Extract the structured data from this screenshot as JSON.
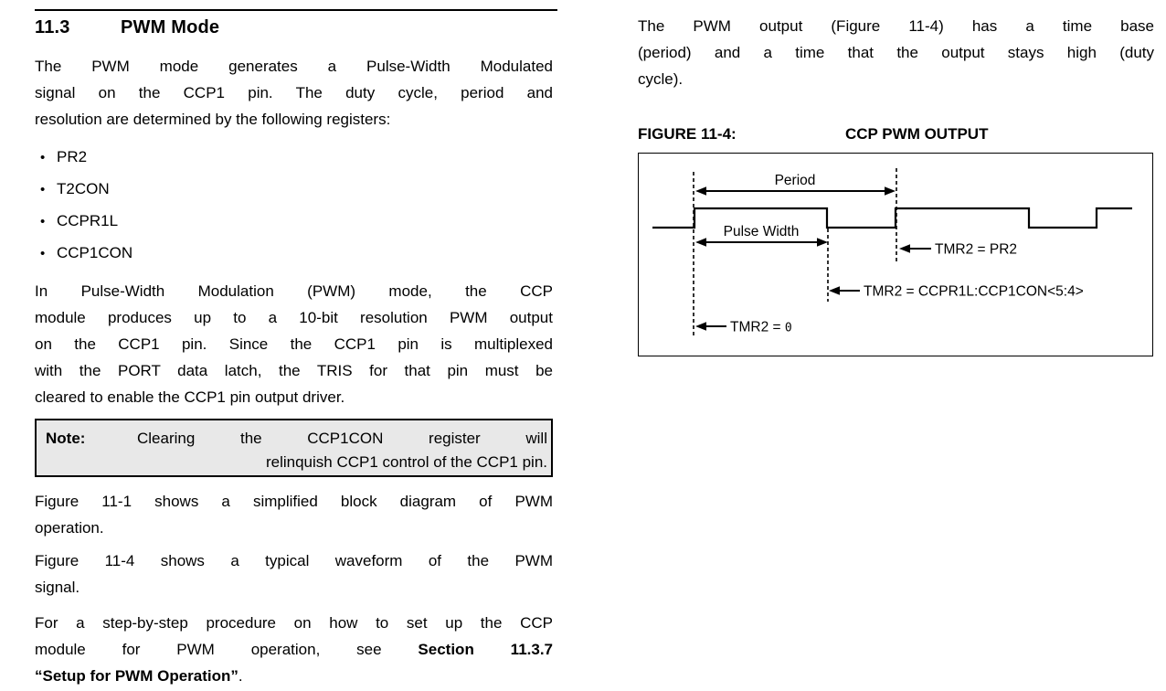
{
  "colors": {
    "text": "#000000",
    "note_bg": "#e8e8e8",
    "rule": "#000000"
  },
  "left_column": {
    "heading": {
      "number": "11.3",
      "title": "PWM Mode"
    },
    "bullet_char": "•",
    "para1": {
      "lines": [
        "The PWM mode generates a Pulse-Width Modulated",
        "signal on the CCP1 pin. The duty cycle, period and",
        "resolution are determined by the following registers:"
      ]
    },
    "bullets": [
      "PR2",
      "T2CON",
      "CCPR1L",
      "CCP1CON"
    ],
    "para2": {
      "lines": [
        "In Pulse-Width Modulation (PWM) mode, the CCP",
        "module produces up to a 10-bit resolution PWM output",
        "on the CCP1 pin. Since the CCP1 pin is multiplexed",
        "with the PORT data latch, the TRIS for that pin must be",
        "cleared to enable the CCP1 pin output driver."
      ]
    },
    "note": {
      "label": "Note:",
      "lines": [
        "Clearing the CCP1CON register will",
        "relinquish CCP1 control of the CCP1 pin."
      ]
    },
    "para3": {
      "lines": [
        "Figure 11-1 shows a simplified block diagram of PWM",
        "operation."
      ]
    },
    "para4": {
      "lines": [
        "Figure 11-4 shows a typical waveform of the PWM",
        "signal."
      ]
    },
    "para5": {
      "l1": "For a step-by-step procedure on how to set up the CCP",
      "l2a": "module for PWM operation, see ",
      "l2b": "Section 11.3.7",
      "l3a": "“Setup for PWM Operation”",
      "l3b": "."
    }
  },
  "right_column": {
    "para": {
      "lines": [
        "The PWM output (Figure 11-4) has a time base",
        "(period) and a time that the output stays high (duty",
        "cycle)."
      ]
    },
    "figure": {
      "label": "FIGURE 11-4:",
      "title": "CCP PWM OUTPUT",
      "period_label": "Period",
      "pulse_width_label": "Pulse Width",
      "tmr2_pr2_label": "TMR2 = PR2",
      "tmr2_ccpr1l_label": "TMR2 = CCPR1L:CCP1CON<5:4>",
      "tmr2_zero_prefix": "TMR2 = ",
      "tmr2_zero_value": "0"
    }
  }
}
